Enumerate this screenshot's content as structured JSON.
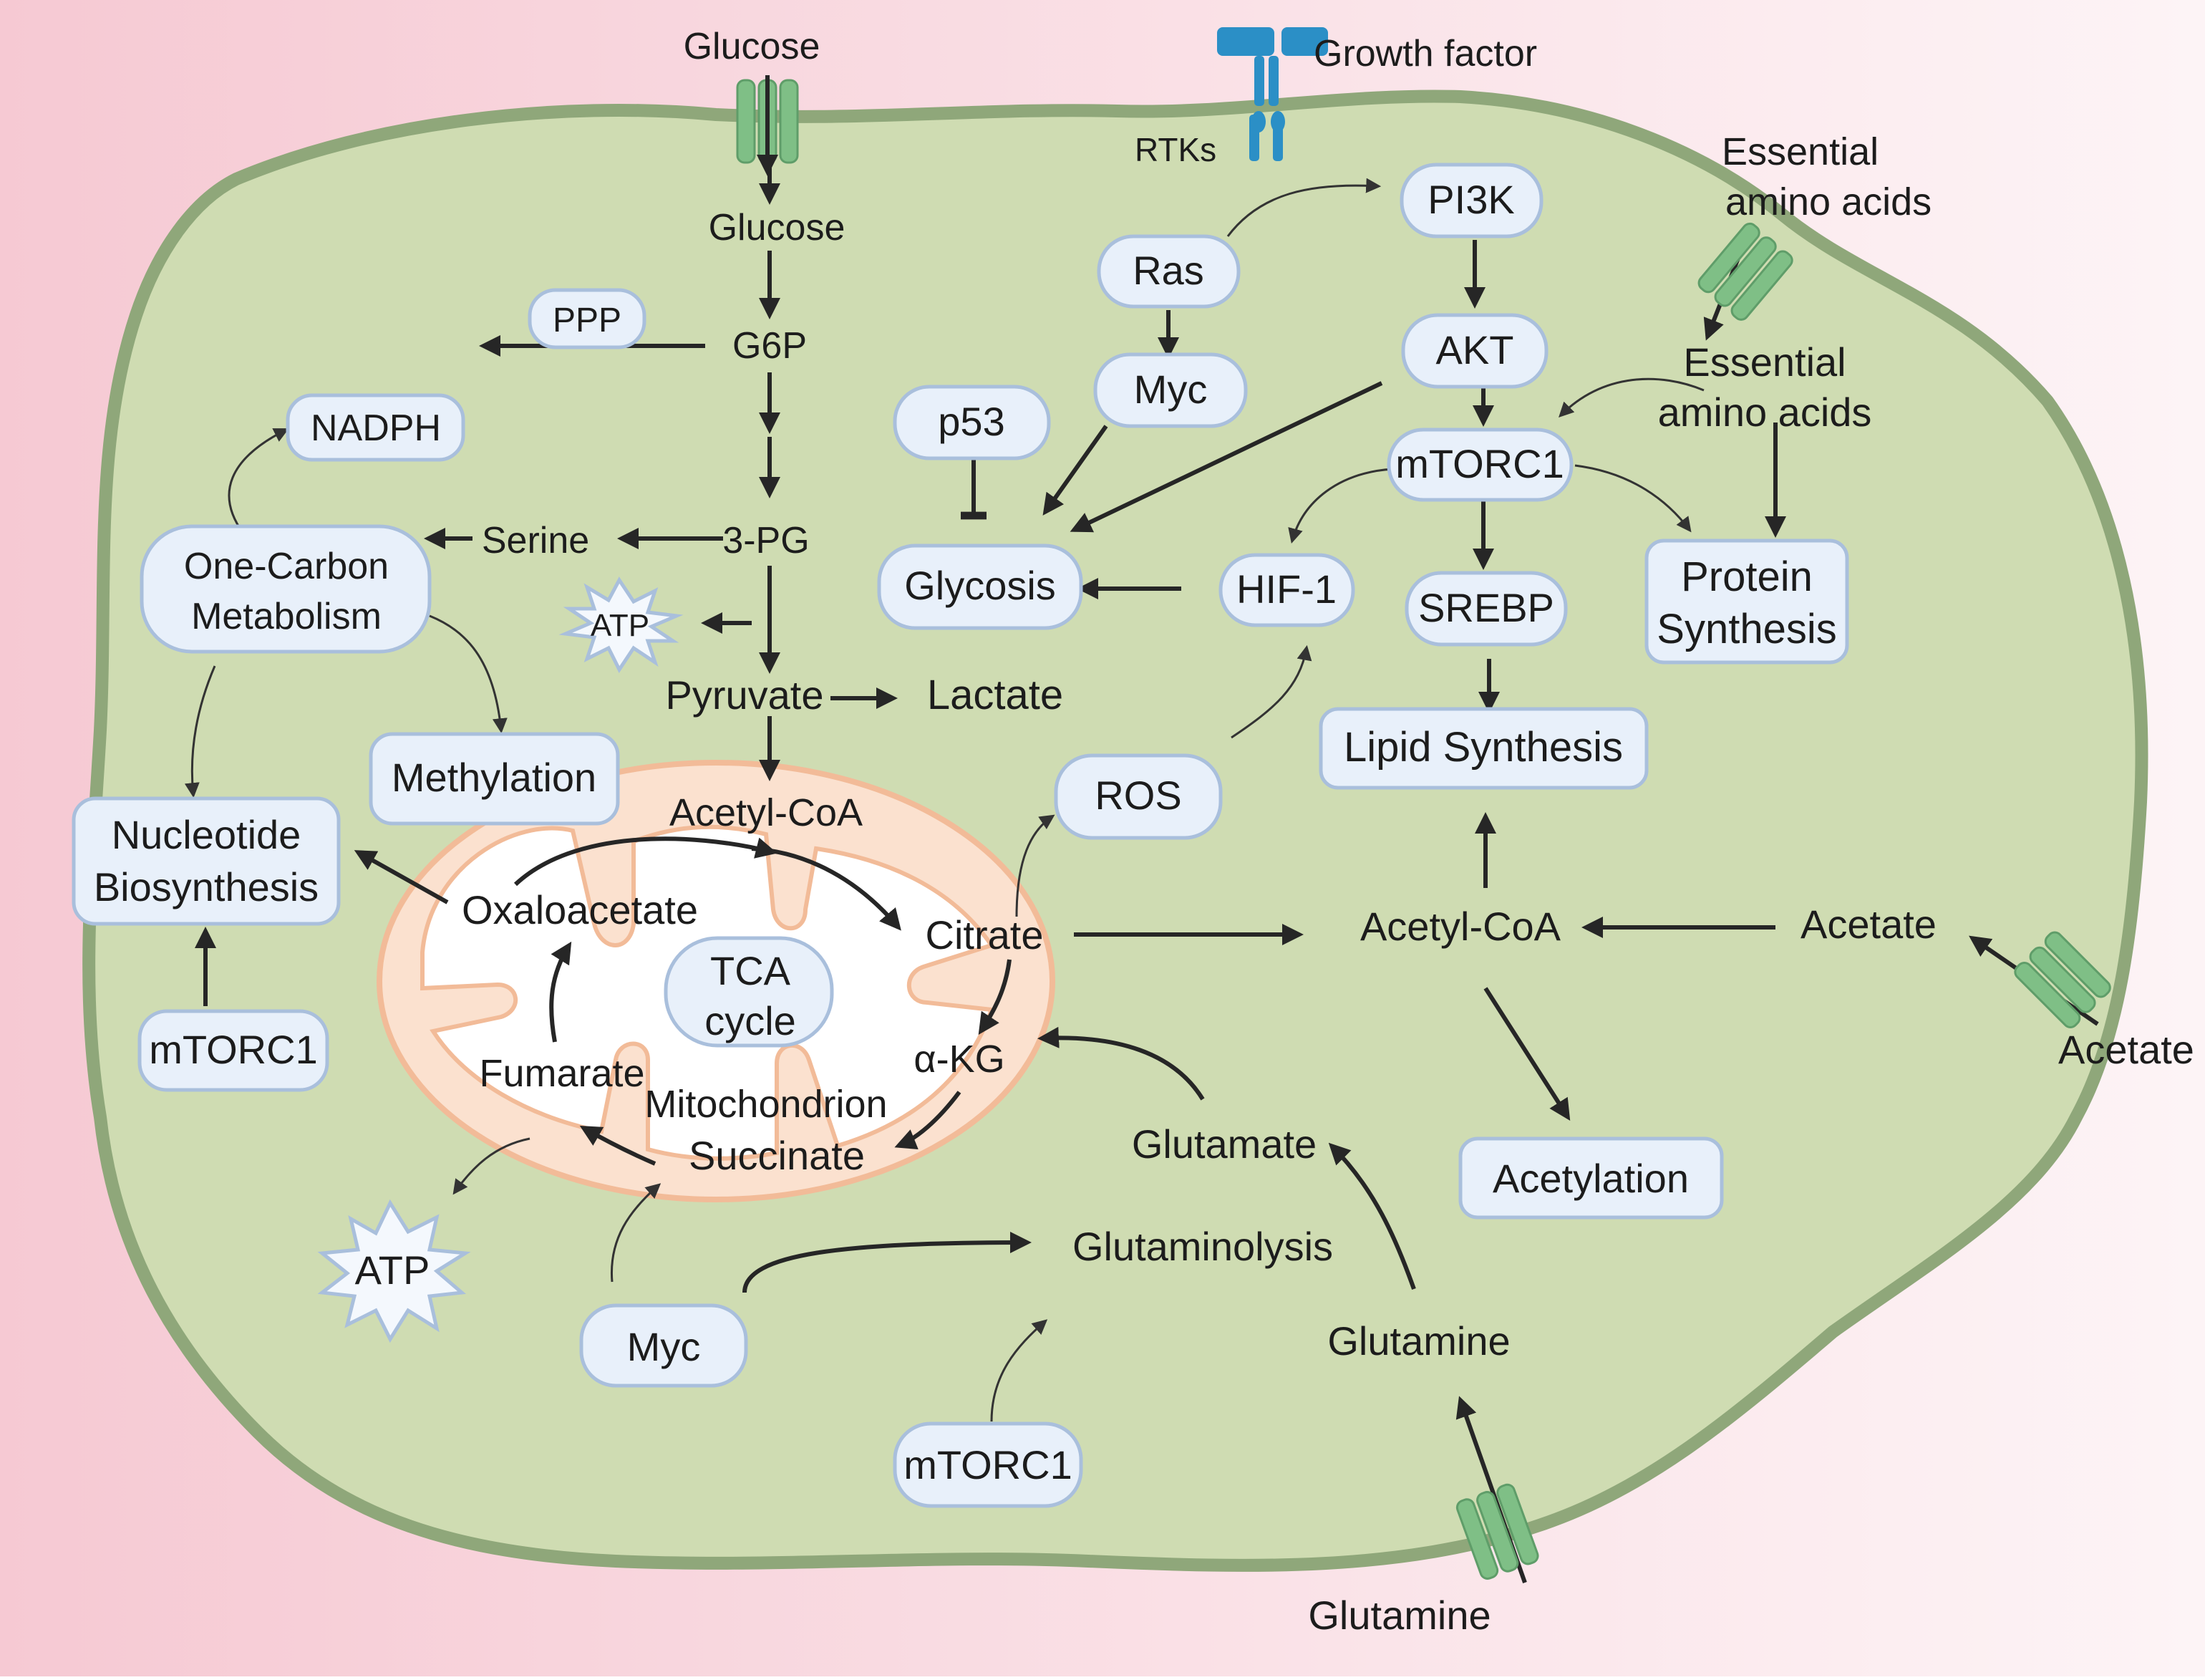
{
  "colors": {
    "background_left": "#f6c9d3",
    "background_right": "#fdf4f6",
    "cell_fill": "#cfdcb2",
    "cell_border": "#8fa77a",
    "box_fill": "#e8f0fa",
    "box_border": "#a9bfdc",
    "mito_outer": "#fbe1cf",
    "mito_border": "#f2bb98",
    "mito_label": "#e8726a",
    "channel": "#7fbf86",
    "receptor": "#2b8fc6"
  },
  "icons": {
    "channel": "membrane-channel-icon",
    "receptor": "growth-factor-receptor-icon",
    "atp": "atp-starburst-icon"
  },
  "top": {
    "glucose_outside": "Glucose",
    "growth_factor": "Growth factor",
    "rtks": "RTKs",
    "essential_amino_acids_outside": "Essential amino acids"
  },
  "glycolysis": {
    "glucose": "Glucose",
    "g6p": "G6P",
    "ppp": "PPP",
    "nadph": "NADPH",
    "three_pg": "3-PG",
    "serine": "Serine",
    "one_carbon": "One-Carbon Metabolism",
    "atp_small": "ATP",
    "pyruvate": "Pyruvate",
    "lactate": "Lactate",
    "methylation": "Methylation",
    "nucleotide": "Nucleotide Biosynthesis",
    "mtorc1_left": "mTORC1"
  },
  "signaling": {
    "ras": "Ras",
    "pi3k": "PI3K",
    "myc_top": "Myc",
    "akt": "AKT",
    "p53": "p53",
    "glycosis": "Glycosis",
    "mtorc1": "mTORC1",
    "essential_amino_acids_inside": "Essential amino acids",
    "hif1": "HIF-1",
    "srebp": "SREBP",
    "protein_synthesis": "Protein Synthesis",
    "lipid_synthesis": "Lipid Synthesis",
    "ros": "ROS"
  },
  "mitochondrion": {
    "acetyl_coa": "Acetyl-CoA",
    "oxaloacetate": "Oxaloacetate",
    "citrate": "Citrate",
    "tca": "TCA cycle",
    "akg": "α-KG",
    "fumarate": "Fumarate",
    "mito_label": "Mitochondrion",
    "succinate": "Succinate"
  },
  "right": {
    "acetyl_coa": "Acetyl-CoA",
    "acetate_inside": "Acetate",
    "acetate_outside": "Acetate",
    "acetylation": "Acetylation"
  },
  "bottom": {
    "atp_large": "ATP",
    "myc": "Myc",
    "glutaminolysis": "Glutaminolysis",
    "glutamate": "Glutamate",
    "glutamine_inside": "Glutamine",
    "mtorc1_bottom": "mTORC1",
    "glutamine_outside": "Glutamine"
  }
}
